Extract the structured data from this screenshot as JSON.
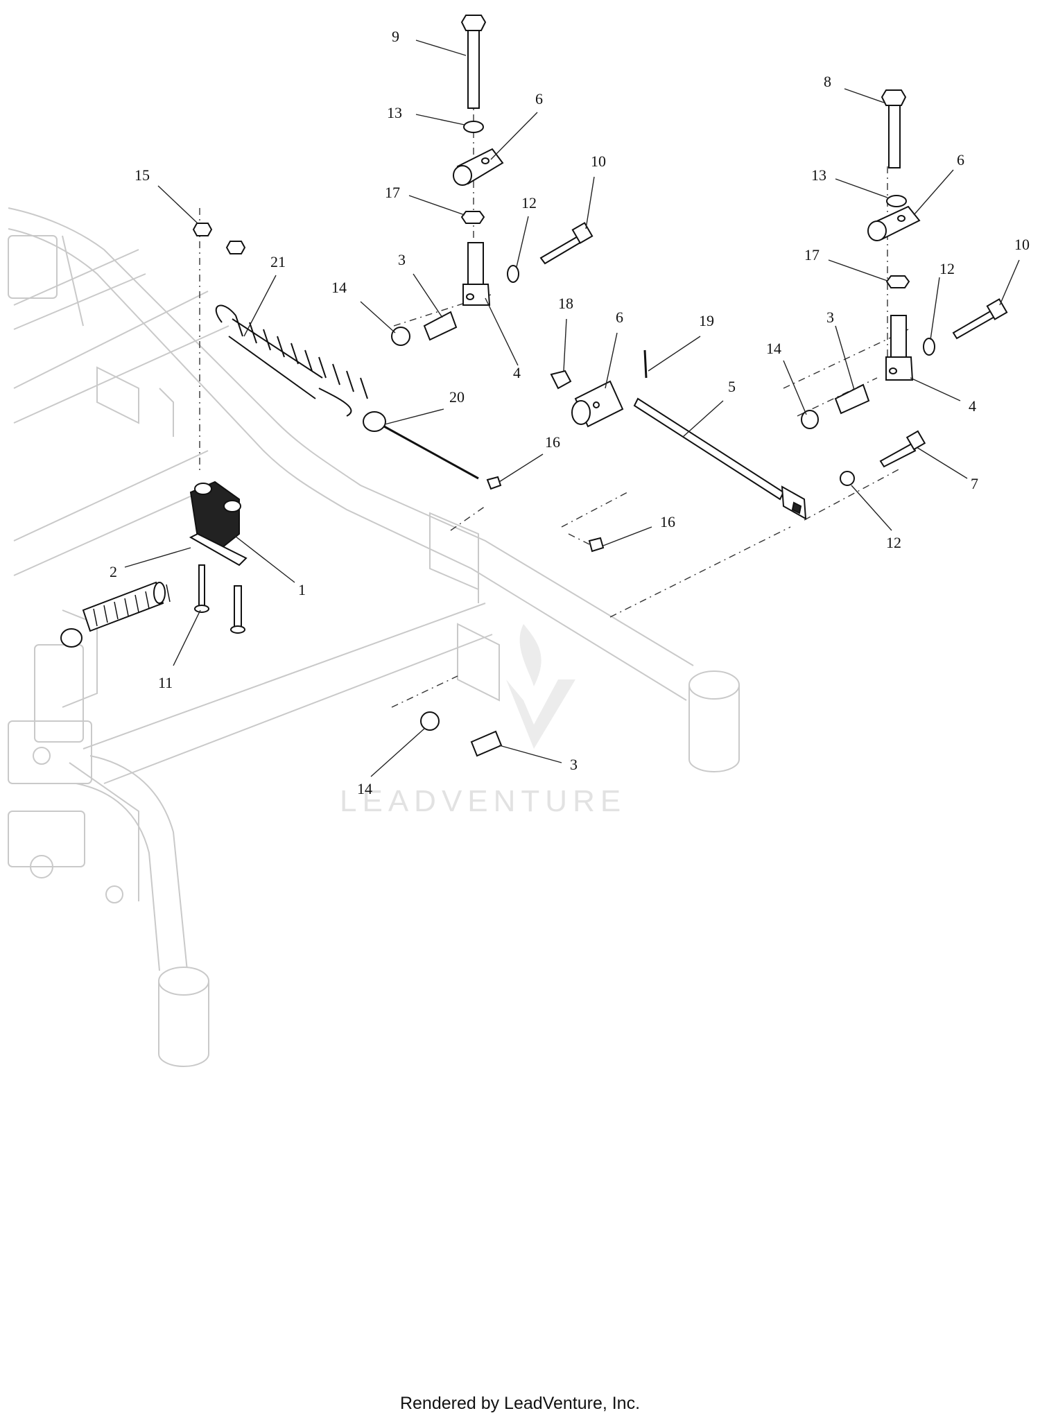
{
  "diagram": {
    "callouts": [
      {
        "id": "c9",
        "label": "9"
      },
      {
        "id": "c13a",
        "label": "13"
      },
      {
        "id": "c6a",
        "label": "6"
      },
      {
        "id": "c10a",
        "label": "10"
      },
      {
        "id": "c17a",
        "label": "17"
      },
      {
        "id": "c12a",
        "label": "12"
      },
      {
        "id": "c15",
        "label": "15"
      },
      {
        "id": "c21",
        "label": "21"
      },
      {
        "id": "c3a",
        "label": "3"
      },
      {
        "id": "c14a",
        "label": "14"
      },
      {
        "id": "c4a",
        "label": "4"
      },
      {
        "id": "c18",
        "label": "18"
      },
      {
        "id": "c6b",
        "label": "6"
      },
      {
        "id": "c19",
        "label": "19"
      },
      {
        "id": "c20",
        "label": "20"
      },
      {
        "id": "c5",
        "label": "5"
      },
      {
        "id": "c16a",
        "label": "16"
      },
      {
        "id": "c8",
        "label": "8"
      },
      {
        "id": "c13b",
        "label": "13"
      },
      {
        "id": "c6c",
        "label": "6"
      },
      {
        "id": "c17b",
        "label": "17"
      },
      {
        "id": "c12b",
        "label": "12"
      },
      {
        "id": "c10b",
        "label": "10"
      },
      {
        "id": "c3b",
        "label": "3"
      },
      {
        "id": "c14b",
        "label": "14"
      },
      {
        "id": "c4b",
        "label": "4"
      },
      {
        "id": "c7",
        "label": "7"
      },
      {
        "id": "c12c",
        "label": "12"
      },
      {
        "id": "c16b",
        "label": "16"
      },
      {
        "id": "c2",
        "label": "2"
      },
      {
        "id": "c1",
        "label": "1"
      },
      {
        "id": "c11",
        "label": "11"
      },
      {
        "id": "c14c",
        "label": "14"
      },
      {
        "id": "c3c",
        "label": "3"
      }
    ]
  },
  "watermark": "LEADVENTURE",
  "footer": "Rendered by LeadVenture, Inc."
}
